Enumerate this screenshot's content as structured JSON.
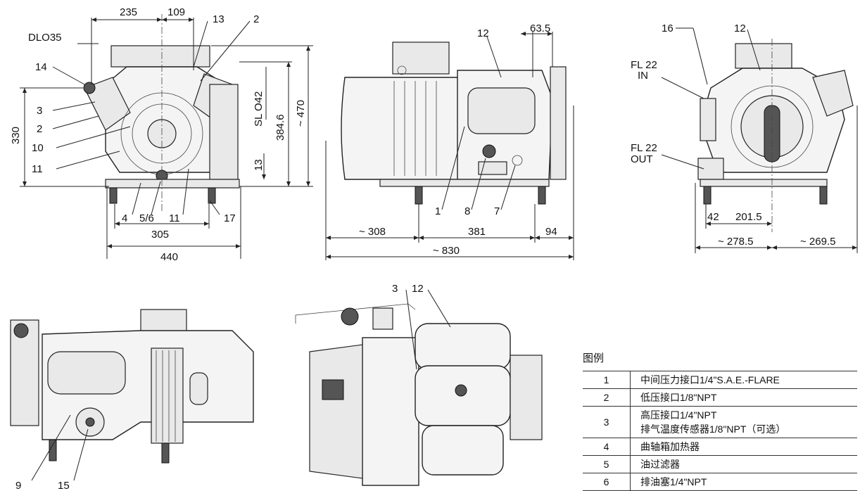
{
  "dimensions": {
    "front": {
      "dlo": "DLO35",
      "d235": "235",
      "d109": "109",
      "d330": "330",
      "slo": "SL O42",
      "d384": "384.6",
      "d470": "~ 470",
      "d13": "13",
      "d305": "305",
      "d440": "440"
    },
    "side": {
      "d635": "63.5",
      "d308": "~ 308",
      "d381": "381",
      "d94": "94",
      "d830": "~ 830"
    },
    "rear": {
      "fl_in_1": "FL 22",
      "fl_in_2": "IN",
      "fl_out_1": "FL 22",
      "fl_out_2": "OUT",
      "d42": "42",
      "d2015": "201.5",
      "d2785": "~ 278.5",
      "d2695": "~ 269.5"
    }
  },
  "callouts": {
    "front": {
      "n13": "13",
      "n2a": "2",
      "n14": "14",
      "n3": "3",
      "n2b": "2",
      "n10": "10",
      "n11a": "11",
      "n4": "4",
      "n56": "5/6",
      "n11b": "11",
      "n17": "17"
    },
    "side": {
      "n12": "12",
      "n1": "1",
      "n8": "8",
      "n7": "7"
    },
    "rear": {
      "n16": "16",
      "n12": "12"
    },
    "bottom_left": {
      "n9": "9",
      "n15": "15"
    },
    "top_view": {
      "n3": "3",
      "n12": "12"
    }
  },
  "legend": {
    "title": "图例",
    "rows": [
      {
        "num": "1",
        "lines": [
          "中间压力接口1/4\"S.A.E.-FLARE"
        ]
      },
      {
        "num": "2",
        "lines": [
          "低压接口1/8\"NPT"
        ]
      },
      {
        "num": "3",
        "lines": [
          "高压接口1/4\"NPT",
          "排气温度传感器1/8\"NPT（可选）"
        ]
      },
      {
        "num": "4",
        "lines": [
          "曲轴箱加热器"
        ]
      },
      {
        "num": "5",
        "lines": [
          "油过滤器"
        ]
      },
      {
        "num": "6",
        "lines": [
          "排油塞1/4\"NPT"
        ]
      }
    ]
  }
}
